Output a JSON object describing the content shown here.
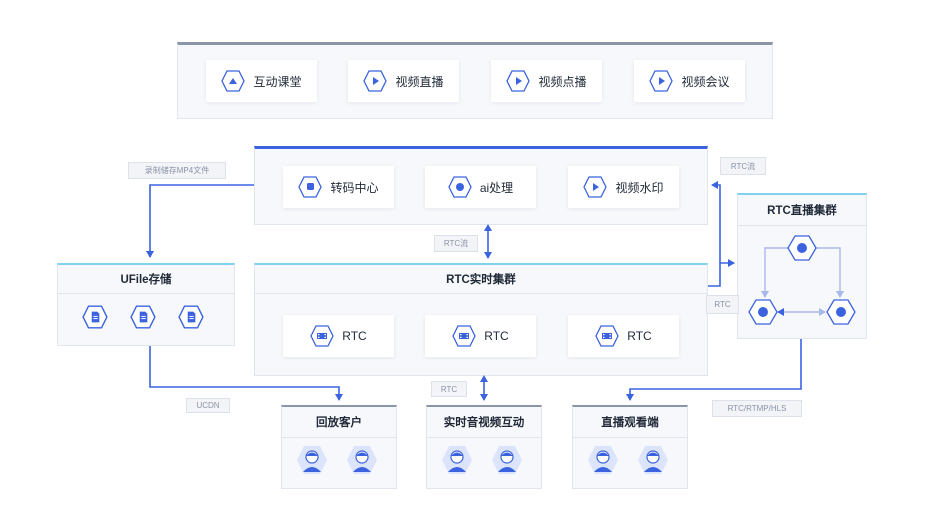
{
  "top_services": [
    "互动课堂",
    "视频直播",
    "视频点播",
    "视频会议"
  ],
  "processing": [
    "转码中心",
    "ai处理",
    "视频水印"
  ],
  "rtc_cluster": {
    "title": "RTC实时集群",
    "nodes": [
      "RTC",
      "RTC",
      "RTC"
    ]
  },
  "ufile": {
    "title": "UFile存储"
  },
  "live_cluster": {
    "title": "RTC直播集群"
  },
  "clients": {
    "playback": "回放客户",
    "interactive": "实时音视频互动",
    "live_view": "直播观看端"
  },
  "edge_labels": {
    "record": "录制储存MP4文件",
    "rtc_stream_top": "RTC流",
    "rtc_stream_mid": "RTC流",
    "rtc_right": "RTC",
    "rtc_bottom": "RTC",
    "ucdn": "UCDN",
    "protocols": "RTC/RTMP/HLS"
  },
  "colors": {
    "accent": "#3b63e0",
    "cyan": "#7fd3ee",
    "panel_top": "#8a96a8"
  }
}
